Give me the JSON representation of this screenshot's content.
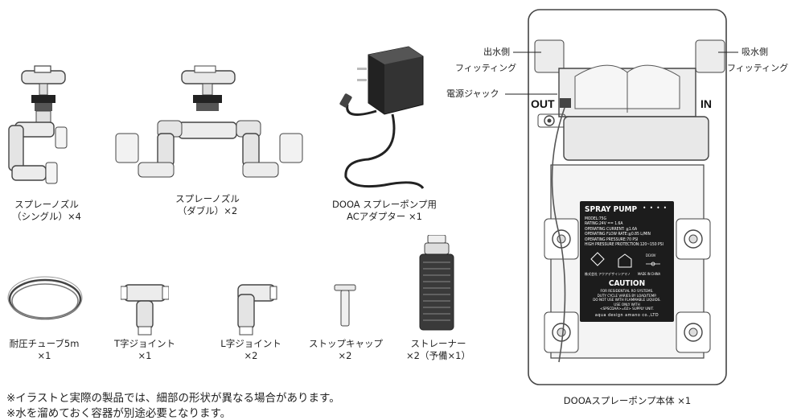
{
  "items": {
    "nozzle_single": {
      "line1": "スプレーノズル",
      "line2": "（シングル）×4"
    },
    "nozzle_double": {
      "line1": "スプレーノズル",
      "line2": "（ダブル）×2"
    },
    "adapter": {
      "line1": "DOOA スプレーポンプ用",
      "line2": "ACアダプター ×1"
    },
    "tube": {
      "line1": "耐圧チューブ5m",
      "line2": "×1"
    },
    "t_joint": {
      "line1": "T字ジョイント",
      "line2": "×1"
    },
    "l_joint": {
      "line1": "L字ジョイント",
      "line2": "×2"
    },
    "stop_cap": {
      "line1": "ストップキャップ",
      "line2": "×2"
    },
    "strainer": {
      "line1": "ストレーナー",
      "line2": "×2（予備×1）"
    }
  },
  "pump": {
    "outlet_label_1": "出水側",
    "outlet_label_2": "フィッティング",
    "inlet_label_1": "吸水側",
    "inlet_label_2": "フィッティング",
    "power_jack_label": "電源ジャック",
    "out_mark": "OUT",
    "in_mark": "IN",
    "caption": "DOOAスプレーポンプ本体 ×1",
    "plate": {
      "title": "SPRAY PUMP",
      "dots": "• • • •",
      "spec": [
        "MODEL:75G",
        "RATING:24V == 1.6A",
        "OPERATING CURRENT: ≦1.6A",
        "OPERATING FLOW RATE:≧0.85 L/MIN",
        "OPERATING PRESSURE:70 PSI",
        "HIGH PRESSURE PROTECTION:120~150 PSI"
      ],
      "caution": "CAUTION",
      "warn": [
        "FOR RESIDENTIAL RO SYSTEMS.",
        "DUTY CYCLE VARIES BY LOAD/TEMP.",
        "DO NOT USE WITH FLAMMABLE LIQUIDS.",
        "USE ONLY WITH",
        "<SPSCDAA>=02> SUPPLY UNIT."
      ],
      "maker": "aqua design amano co.,LTD",
      "company": "株式会社 アクアデザインアマノ",
      "dc": "DC40V",
      "made": "MADE IN CHINA"
    }
  },
  "notes": {
    "line1": "※イラストと実際の製品では、細部の形状が異なる場合があります。",
    "line2": "※水を溜めておく容器が別途必要となります。"
  }
}
